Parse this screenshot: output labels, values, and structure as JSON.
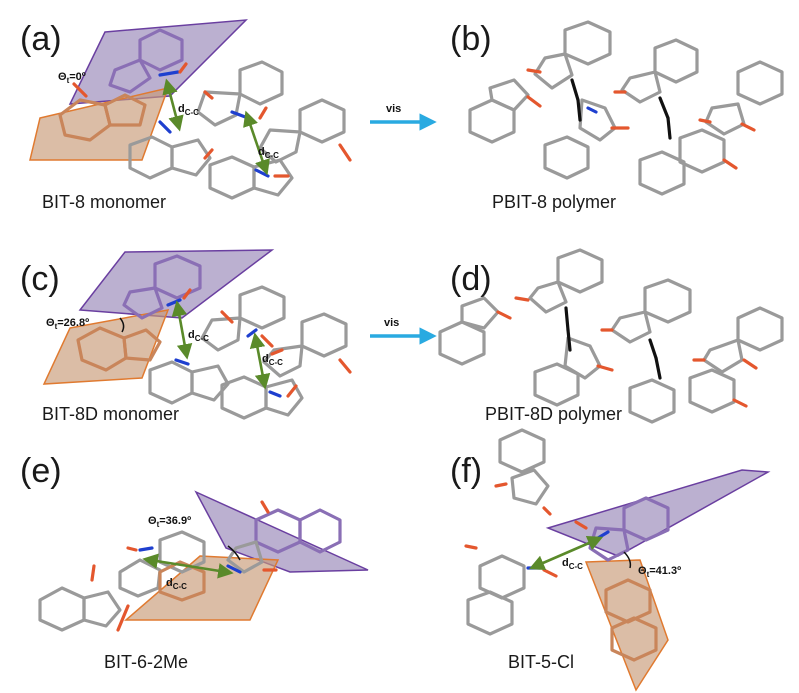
{
  "panels": {
    "a": {
      "letter": "(a)",
      "caption": "BIT-8 monomer",
      "theta_main": "Θ",
      "theta_sub": "t",
      "theta_value": "=0º",
      "dcc_main": "d",
      "dcc_sub": "C-C"
    },
    "b": {
      "letter": "(b)",
      "caption": "PBIT-8 polymer"
    },
    "c": {
      "letter": "(c)",
      "caption": "BIT-8D monomer",
      "theta_main": "Θ",
      "theta_sub": "t",
      "theta_value": "=26.8º",
      "dcc_main": "d",
      "dcc_sub": "C-C"
    },
    "d": {
      "letter": "(d)",
      "caption": "PBIT-8D polymer"
    },
    "e": {
      "letter": "(e)",
      "caption": "BIT-6-2Me",
      "theta_main": "Θ",
      "theta_sub": "t",
      "theta_value": "=36.9º",
      "dcc_main": "d",
      "dcc_sub": "C-C"
    },
    "f": {
      "letter": "(f)",
      "caption": "BIT-5-Cl",
      "theta_main": "Θ",
      "theta_sub": "t",
      "theta_value": "=41.3º",
      "dcc_main": "d",
      "dcc_sub": "C-C"
    }
  },
  "arrows": {
    "top": "vis",
    "middle": "vis"
  },
  "colors": {
    "carbon": "#9a9a9a",
    "oxygen": "#e4572e",
    "nitrogen": "#1e3fcf",
    "new_bond": "#111111",
    "plane_purple": "#8e7cb0",
    "plane_orange": "#c89a76",
    "distance_arrow": "#5a8a2a",
    "reaction_arrow": "#29aae1"
  }
}
